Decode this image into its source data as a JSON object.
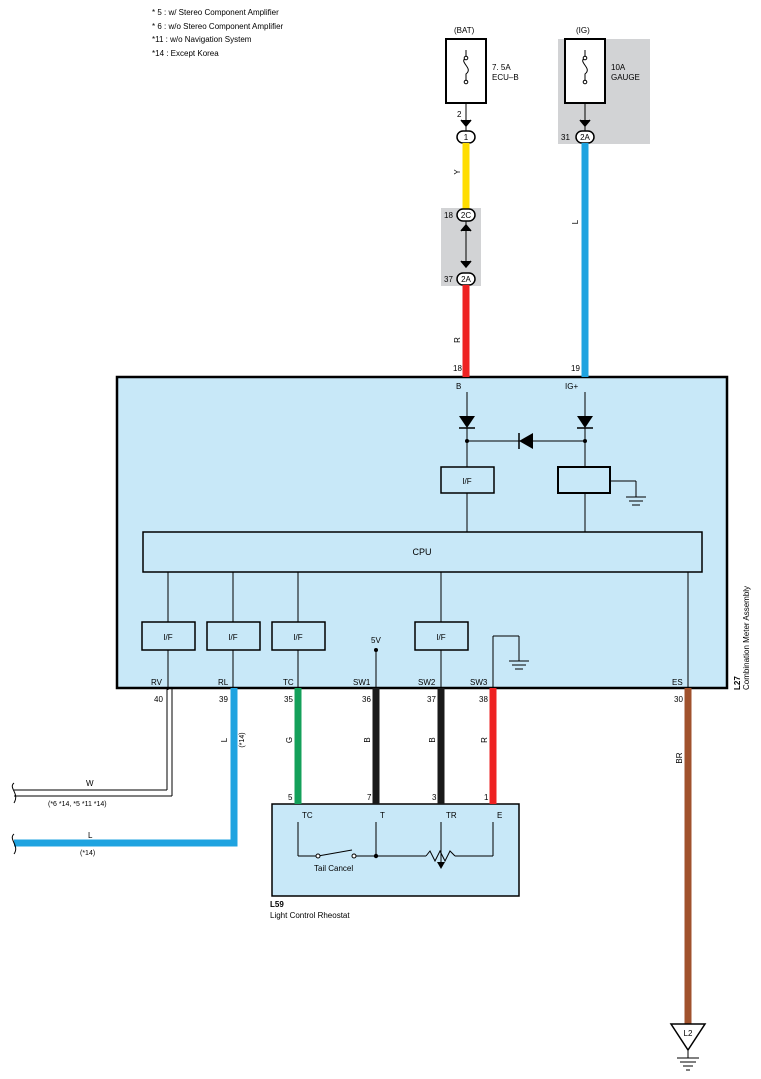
{
  "notes": [
    "* 5 : w/ Stereo Component Amplifier",
    "* 6 : w/o Stereo Component Amplifier",
    "*11 : w/o Navigation System",
    "*14 : Except Korea"
  ],
  "power": {
    "bat": {
      "label": "(BAT)",
      "fuse_rating": "7. 5A",
      "fuse_name": "ECU–B",
      "pin": "2",
      "connector": "1"
    },
    "ig": {
      "label": "(IG)",
      "fuse_rating": "10A",
      "fuse_name": "GAUGE",
      "pin": "31",
      "connector": "2A"
    }
  },
  "junction": {
    "upper_pin": "18",
    "upper_connector": "2C",
    "lower_pin": "37",
    "lower_connector": "2A"
  },
  "wire_colors": {
    "bat_upper": "Y",
    "bat_lower": "R",
    "ig": "L",
    "rl": "L",
    "tc": "G",
    "sw1": "B",
    "sw2": "B",
    "sw3": "R",
    "es": "BR"
  },
  "colors": {
    "yellow": "#ffdd00",
    "red": "#ee2222",
    "blue": "#1fa3e0",
    "green": "#14a05a",
    "black": "#1a1a1a",
    "brown": "#a0522d",
    "box_fill": "#c8e8f8",
    "gray_fill": "#d2d3d5"
  },
  "meter": {
    "id": "L27",
    "name": "Combination Meter Assembly",
    "pin_b_num": "18",
    "pin_b": "B",
    "pin_ig_num": "19",
    "pin_ig": "IG+",
    "if_label": "I/F",
    "cpu_label": "CPU",
    "five_v": "5V",
    "bottom_pins": [
      {
        "name": "RV",
        "num": "40"
      },
      {
        "name": "RL",
        "num": "39"
      },
      {
        "name": "TC",
        "num": "35"
      },
      {
        "name": "SW1",
        "num": "36"
      },
      {
        "name": "SW2",
        "num": "37"
      },
      {
        "name": "SW3",
        "num": "38"
      },
      {
        "name": "ES",
        "num": "30"
      }
    ]
  },
  "external": {
    "w_wire": "W",
    "w_note": "(*6 *14, *5 *11 *14)",
    "l_wire": "L",
    "l_note": "(*14)",
    "rl_note": "(*14)"
  },
  "rheostat": {
    "id": "L59",
    "name": "Light Control Rheostat",
    "pins": [
      {
        "name": "TC",
        "num": "5"
      },
      {
        "name": "T",
        "num": "7"
      },
      {
        "name": "TR",
        "num": "3"
      },
      {
        "name": "E",
        "num": "1"
      }
    ],
    "switch_label": "Tail Cancel"
  },
  "ground": {
    "id": "L2"
  }
}
